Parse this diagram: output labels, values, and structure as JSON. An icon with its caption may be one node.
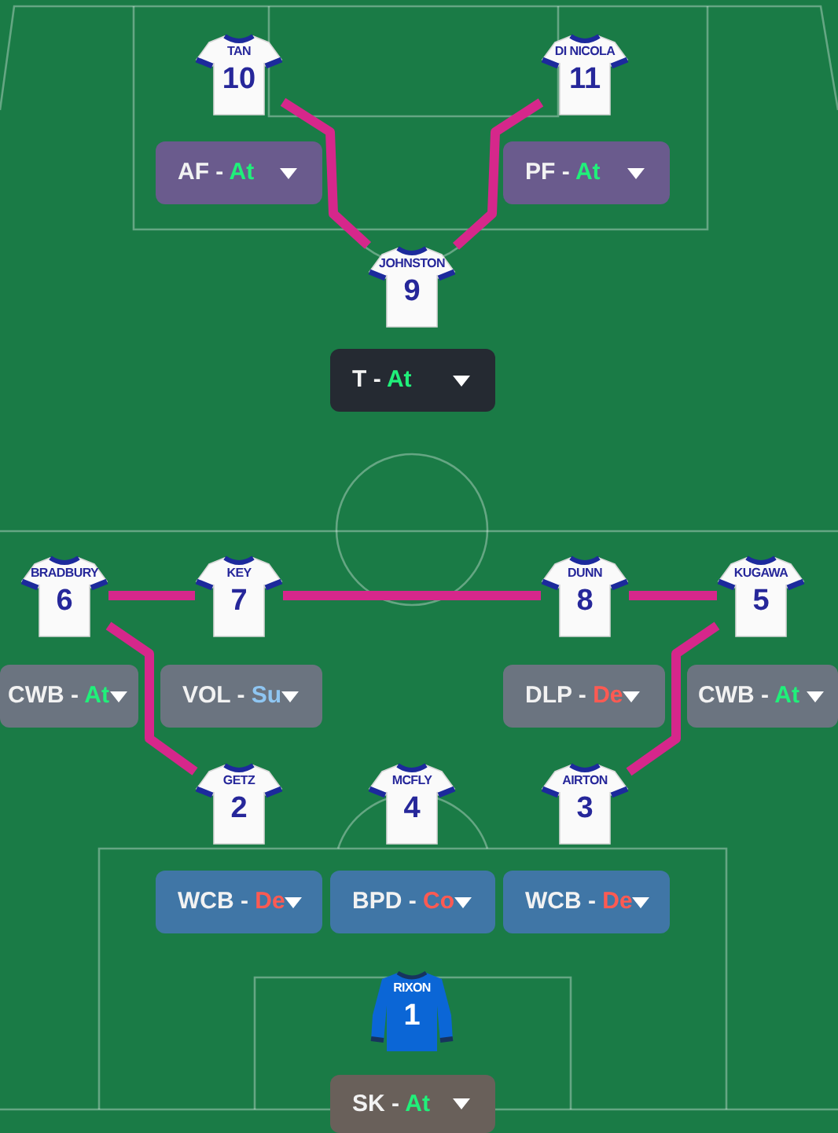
{
  "diagram": {
    "nodes": [
      {
        "text": [
          "TAN",
          "10"
        ]
      },
      {
        "text": [
          "DI NICOLA",
          "11"
        ]
      },
      {
        "text": [
          "AF - At"
        ]
      },
      {
        "text": [
          "PF - At"
        ]
      },
      {
        "text": [
          "JOHNSTON",
          "9"
        ]
      },
      {
        "text": [
          "T - At"
        ]
      },
      {
        "text": [
          "BRADBURY",
          "6"
        ]
      },
      {
        "text": [
          "KEY",
          "7"
        ]
      },
      {
        "text": [
          "DUNN",
          "8"
        ]
      },
      {
        "text": [
          "KUGAWA",
          "5"
        ]
      },
      {
        "text": [
          "CWB - At"
        ]
      },
      {
        "text": [
          "VOL - Su"
        ]
      },
      {
        "text": [
          "DLP - De"
        ]
      },
      {
        "text": [
          "CWB - At"
        ]
      },
      {
        "text": [
          "GETZ",
          "2"
        ]
      },
      {
        "text": [
          "MCFLY",
          "4"
        ]
      },
      {
        "text": [
          "AIRTON",
          "3"
        ]
      },
      {
        "text": [
          "WCB - De"
        ]
      },
      {
        "text": [
          "BPD - Co"
        ]
      },
      {
        "text": [
          "WCB - De"
        ]
      },
      {
        "text": [
          "RIXON",
          "1"
        ]
      },
      {
        "text": [
          "SK - At"
        ]
      }
    ],
    "edges": [
      {
        "from": 0,
        "to": 4,
        "arrow": "none"
      },
      {
        "from": 1,
        "to": 4,
        "arrow": "none"
      },
      {
        "from": 6,
        "to": 7,
        "arrow": "none"
      },
      {
        "from": 7,
        "to": 8,
        "arrow": "none"
      },
      {
        "from": 8,
        "to": 9,
        "arrow": "none"
      },
      {
        "from": 6,
        "to": 14,
        "arrow": "none"
      },
      {
        "from": 9,
        "to": 16,
        "arrow": "none"
      }
    ]
  }
}
